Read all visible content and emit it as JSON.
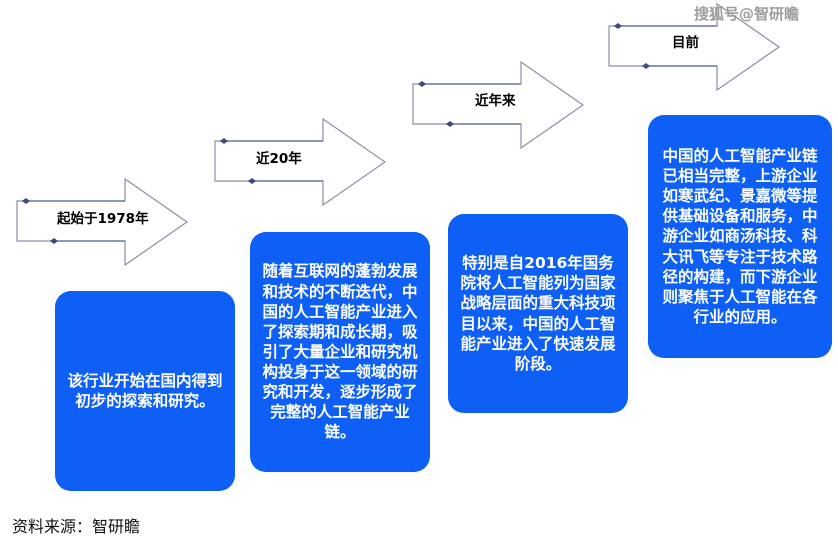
{
  "watermark": {
    "text": "搜狐号@智研瞻"
  },
  "footer": {
    "source_label": "资料来源：智研瞻"
  },
  "colors": {
    "box_blue": "#0D5FF5",
    "box_text": "#FFFFFF",
    "arrow_stroke": "#8A8FA6",
    "arrow_fill": "#FFFFFF",
    "tail_stroke": "#5B6A9E",
    "label_text": "#000000",
    "watermark_text": "#8E8E8E",
    "background": "#FFFFFF"
  },
  "timeline": {
    "stages": [
      {
        "id": "stage-1",
        "arrow_label": "起始于1978年",
        "box_text": "该行业开始在国内得到初步的探索和研究。"
      },
      {
        "id": "stage-2",
        "arrow_label": "近20年",
        "box_text": "随着互联网的蓬勃发展和技术的不断迭代，中国的人工智能产业进入了探索期和成长期，吸引了大量企业和研究机构投身于这一领域的研究和开发，逐步形成了完整的人工智能产业链。"
      },
      {
        "id": "stage-3",
        "arrow_label": "近年来",
        "box_text": "特别是自2016年国务院将人工智能列为国家战略层面的重大科技项目以来，中国的人工智能产业进入了快速发展阶段。"
      },
      {
        "id": "stage-4",
        "arrow_label": "目前",
        "box_text": "中国的人工智能产业链已相当完整，上游企业如寒武纪、景嘉微等提供基础设备和服务，中游企业如商汤科技、科大讯飞等专注于技术路径的构建，而下游企业则聚焦于人工智能在各行业的应用。"
      }
    ]
  }
}
